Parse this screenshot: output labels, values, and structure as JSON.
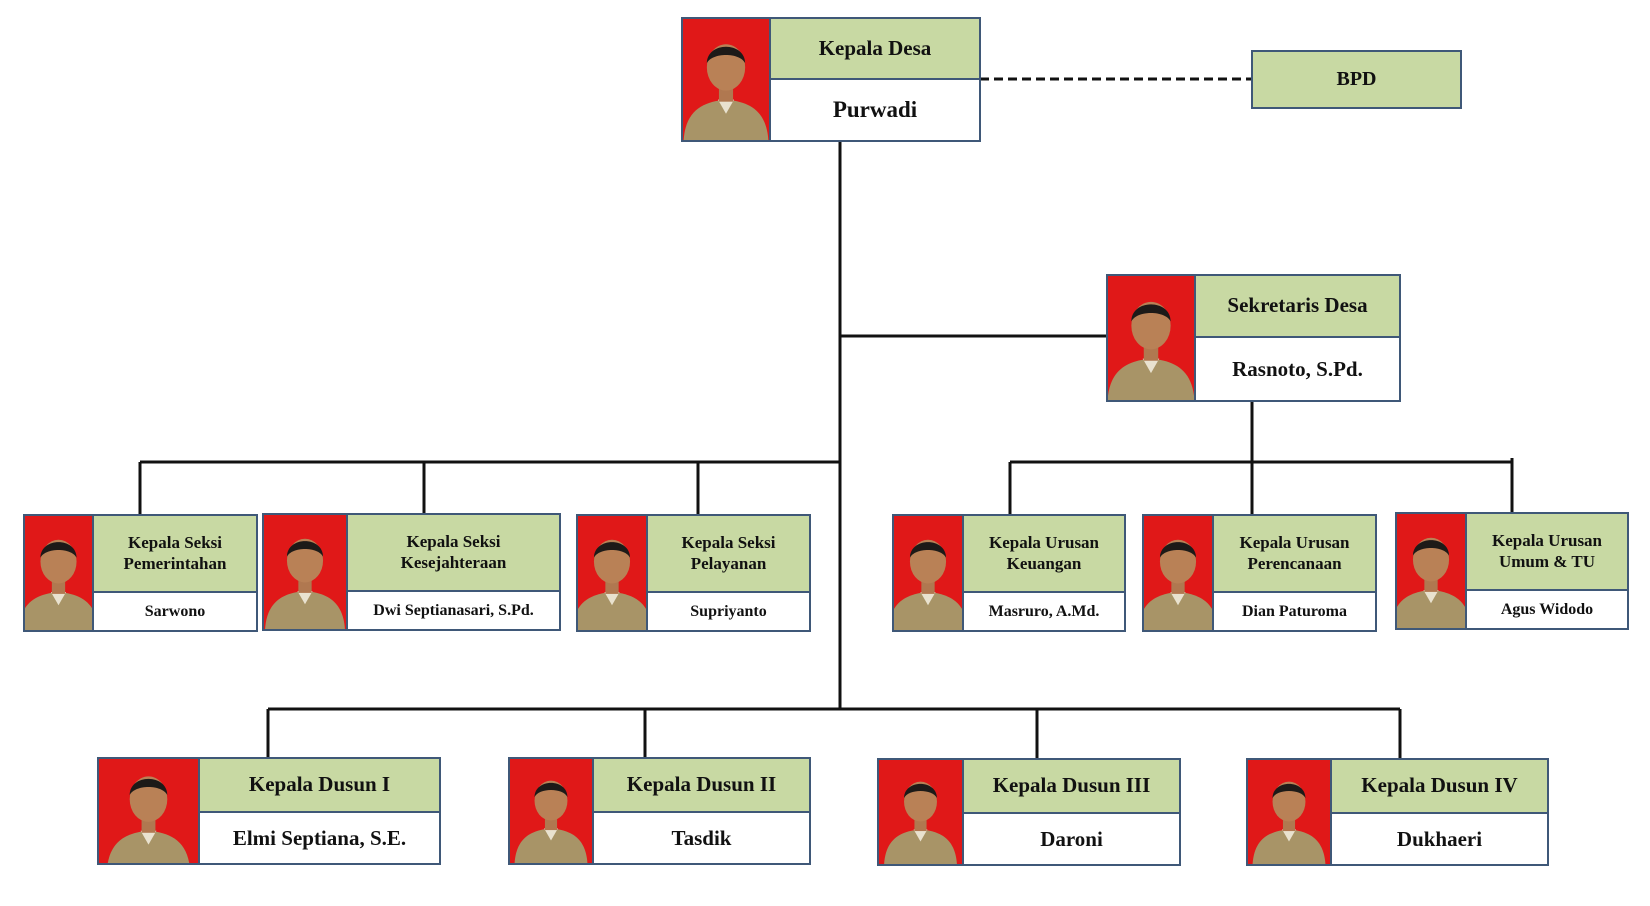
{
  "org": {
    "kepala_desa": {
      "role": "Kepala Desa",
      "name": "Purwadi"
    },
    "bpd": {
      "label": "BPD"
    },
    "sekretaris": {
      "role": "Sekretaris Desa",
      "name": "Rasnoto, S.Pd."
    },
    "seksi": [
      {
        "role_line1": "Kepala Seksi",
        "role_line2": "Pemerintahan",
        "name": "Sarwono"
      },
      {
        "role_line1": "Kepala Seksi",
        "role_line2": "Kesejahteraan",
        "name": "Dwi Septianasari, S.Pd."
      },
      {
        "role_line1": "Kepala Seksi",
        "role_line2": "Pelayanan",
        "name": "Supriyanto"
      }
    ],
    "urusan": [
      {
        "role_line1": "Kepala Urusan",
        "role_line2": "Keuangan",
        "name": "Masruro, A.Md."
      },
      {
        "role_line1": "Kepala Urusan",
        "role_line2": "Perencanaan",
        "name": "Dian Paturoma"
      },
      {
        "role_line1": "Kepala Urusan",
        "role_line2": "Umum & TU",
        "name": "Agus Widodo"
      }
    ],
    "dusun": [
      {
        "role": "Kepala Dusun I",
        "name": "Elmi Septiana, S.E."
      },
      {
        "role": "Kepala Dusun II",
        "name": "Tasdik"
      },
      {
        "role": "Kepala Dusun III",
        "name": "Daroni"
      },
      {
        "role": "Kepala Dusun IV",
        "name": "Dukhaeri"
      }
    ]
  },
  "colors": {
    "role_fill": "#c8d9a3",
    "border": "#3f5878",
    "photo_background": "#e01818",
    "uniform": "#a89467",
    "connector": "#111111"
  }
}
